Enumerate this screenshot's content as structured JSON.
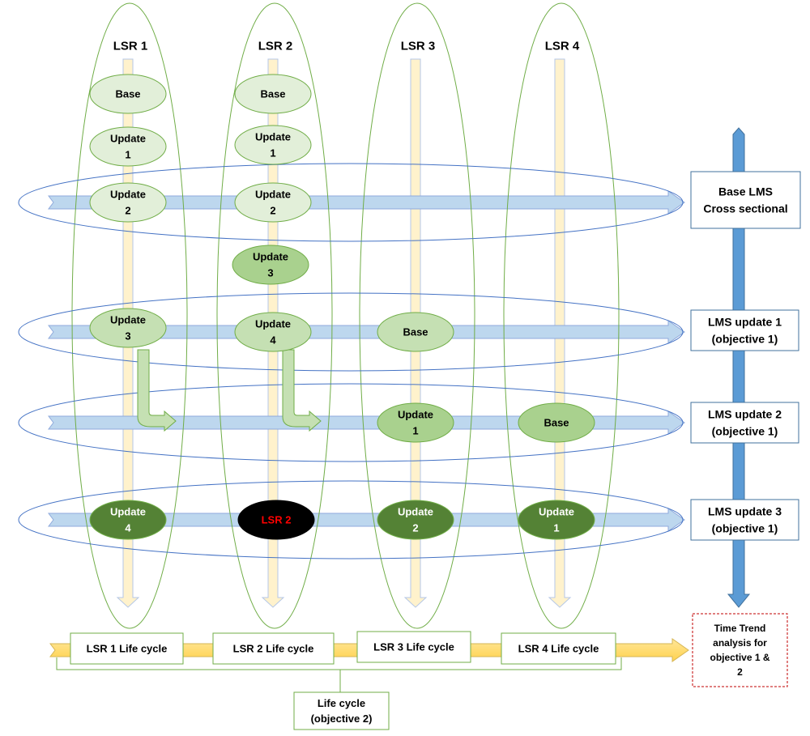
{
  "columns": [
    {
      "label": "LSR 1"
    },
    {
      "label": "LSR 2"
    },
    {
      "label": "LSR 3"
    },
    {
      "label": "LSR 4"
    }
  ],
  "rows": [
    {
      "lines": [
        "Base LMS",
        "Cross sectional"
      ]
    },
    {
      "lines": [
        "LMS update 1",
        "(objective 1)"
      ]
    },
    {
      "lines": [
        "LMS update 2",
        "(objective 1)"
      ]
    },
    {
      "lines": [
        "LMS update 3",
        "(objective 1)"
      ]
    }
  ],
  "nodes": [
    {
      "col": 0,
      "lines": [
        "Base"
      ],
      "tone": "pale"
    },
    {
      "col": 0,
      "lines": [
        "Update",
        "1"
      ],
      "tone": "pale"
    },
    {
      "col": 0,
      "lines": [
        "Update",
        "2"
      ],
      "tone": "pale"
    },
    {
      "col": 0,
      "lines": [
        "Update",
        "3"
      ],
      "tone": "light"
    },
    {
      "col": 0,
      "lines": [
        "Update",
        "4"
      ],
      "tone": "dark"
    },
    {
      "col": 1,
      "lines": [
        "Base"
      ],
      "tone": "pale"
    },
    {
      "col": 1,
      "lines": [
        "Update",
        "1"
      ],
      "tone": "pale"
    },
    {
      "col": 1,
      "lines": [
        "Update",
        "2"
      ],
      "tone": "pale"
    },
    {
      "col": 1,
      "lines": [
        "Update",
        "3"
      ],
      "tone": "medium"
    },
    {
      "col": 1,
      "lines": [
        "Update",
        "4"
      ],
      "tone": "light"
    },
    {
      "col": 1,
      "lines": [
        "LSR 2"
      ],
      "tone": "black"
    },
    {
      "col": 2,
      "lines": [
        "Base"
      ],
      "tone": "light"
    },
    {
      "col": 2,
      "lines": [
        "Update",
        "1"
      ],
      "tone": "medium"
    },
    {
      "col": 2,
      "lines": [
        "Update",
        "2"
      ],
      "tone": "dark"
    },
    {
      "col": 3,
      "lines": [
        "Base"
      ],
      "tone": "medium"
    },
    {
      "col": 3,
      "lines": [
        "Update",
        "1"
      ],
      "tone": "dark"
    }
  ],
  "lifecycle": {
    "boxes": [
      {
        "label": "LSR 1 Life cycle"
      },
      {
        "label": "LSR 2 Life cycle"
      },
      {
        "label": "LSR 3 Life cycle"
      },
      {
        "label": "LSR 4 Life cycle"
      }
    ],
    "summary_lines": [
      "Life cycle",
      "(objective 2)"
    ]
  },
  "time_trend_lines": [
    "Time Trend",
    "analysis for",
    "objective 1 &",
    "2"
  ],
  "colors": {
    "pale": "#e2efd9",
    "light": "#c5e0b3",
    "medium": "#a9d18e",
    "dark": "#548235",
    "black": "#000000",
    "black_text": "#ff0000",
    "vertical_arrow": "#fff2cc",
    "vertical_arrow_stroke": "#b4c7e7",
    "horizontal_arrow": "#bdd7ee",
    "horizontal_arrow_stroke": "#8faadc",
    "column_ellipse": "#70ad47",
    "row_ellipse": "#4472c4",
    "time_arrow": "#5b9bd5",
    "lifecycle_arrow": "#ffd966",
    "lifecycle_box": "#70ad47",
    "trend_box": "#c00000"
  }
}
